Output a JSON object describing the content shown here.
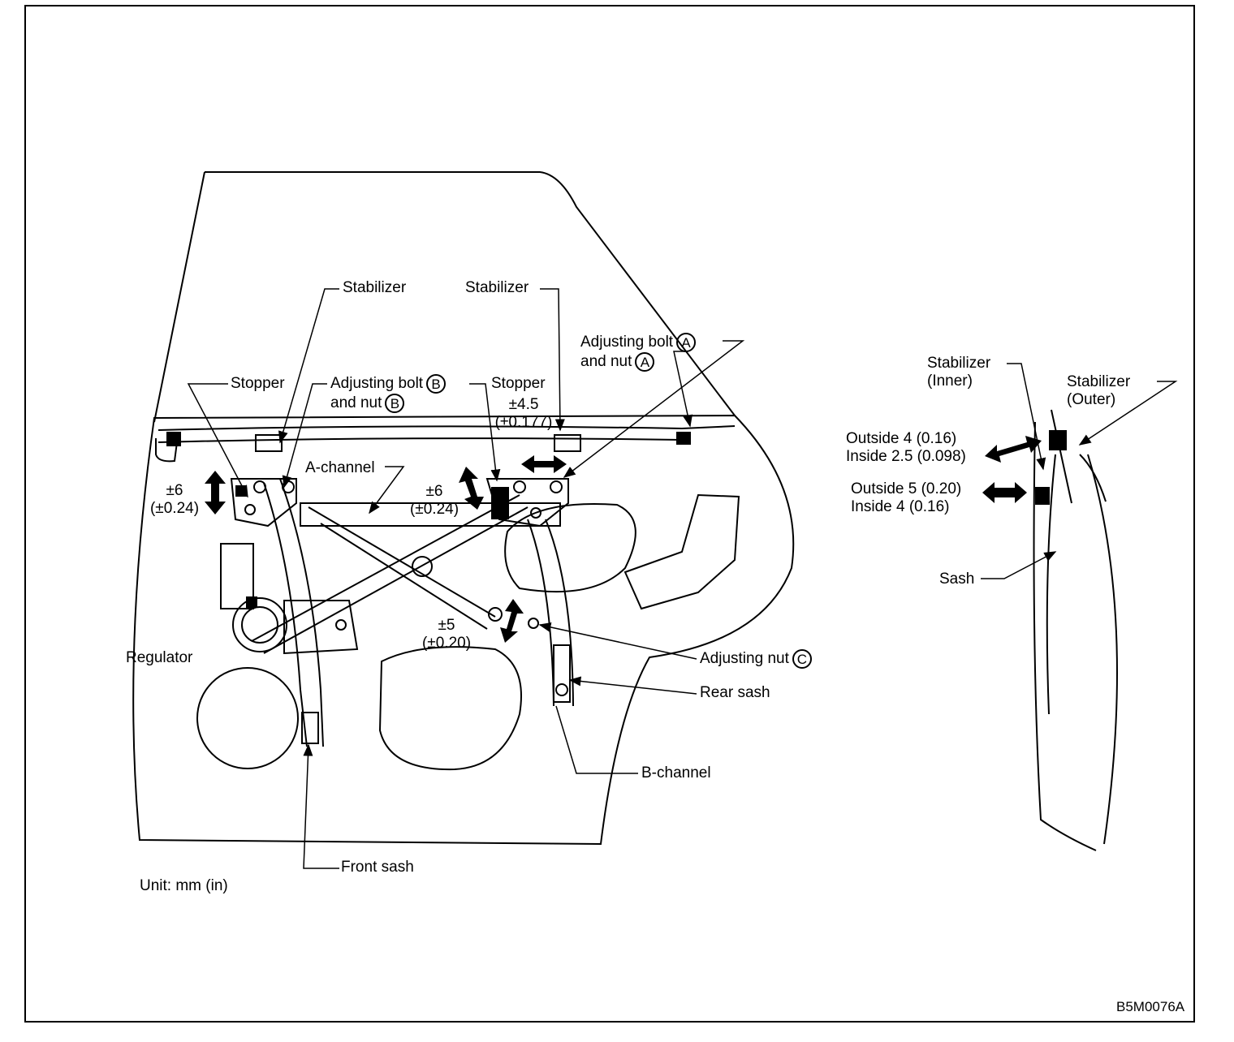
{
  "diagram": {
    "labels": {
      "stabilizer_left": "Stabilizer",
      "stabilizer_mid": "Stabilizer",
      "stopper_left": "Stopper",
      "stopper_right": "Stopper",
      "adj_bolt_b_line1": "Adjusting bolt",
      "adj_bolt_b_line2": "and nut",
      "adj_bolt_a_line1": "Adjusting bolt",
      "adj_bolt_a_line2": "and nut",
      "a_channel": "A-channel",
      "regulator": "Regulator",
      "adjusting_nut_c": "Adjusting nut",
      "rear_sash": "Rear sash",
      "b_channel": "B-channel",
      "front_sash": "Front sash",
      "unit": "Unit: mm (in)",
      "code": "B5M0076A",
      "stabilizer_inner_1": "Stabilizer",
      "stabilizer_inner_2": "(Inner)",
      "stabilizer_outer_1": "Stabilizer",
      "stabilizer_outer_2": "(Outer)",
      "sash": "Sash"
    },
    "markers": {
      "a": "A",
      "b": "B",
      "c": "C"
    },
    "tolerances": {
      "left_6_1": "±6",
      "left_6_2": "(±0.24)",
      "mid_6_1": "±6",
      "mid_6_2": "(±0.24)",
      "top_45_1": "±4.5",
      "top_45_2": "(±0.177)",
      "bot_5_1": "±5",
      "bot_5_2": "(±0.20)",
      "outside4": "Outside 4 (0.16)",
      "inside25": "Inside 2.5 (0.098)",
      "outside5": "Outside 5 (0.20)",
      "inside4": "Inside 4 (0.16)"
    }
  }
}
